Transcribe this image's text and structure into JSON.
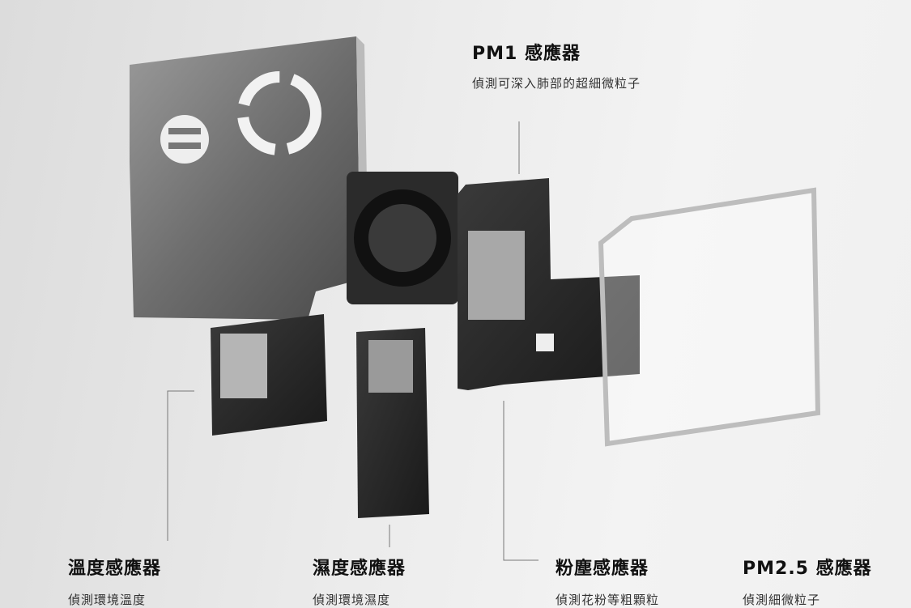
{
  "labels": {
    "pm1": {
      "title": "PM1 感應器",
      "subtitle": "偵測可深入肺部的超細微粒子"
    },
    "temperature": {
      "title": "溫度感應器",
      "subtitle": "偵測環境溫度"
    },
    "humidity": {
      "title": "濕度感應器",
      "subtitle": "偵測環境濕度"
    },
    "dust": {
      "title": "粉塵感應器",
      "subtitle": "偵測花粉等粗顆粒"
    },
    "pm25": {
      "title": "PM2.5 感應器",
      "subtitle": "偵測細微粒子"
    }
  }
}
